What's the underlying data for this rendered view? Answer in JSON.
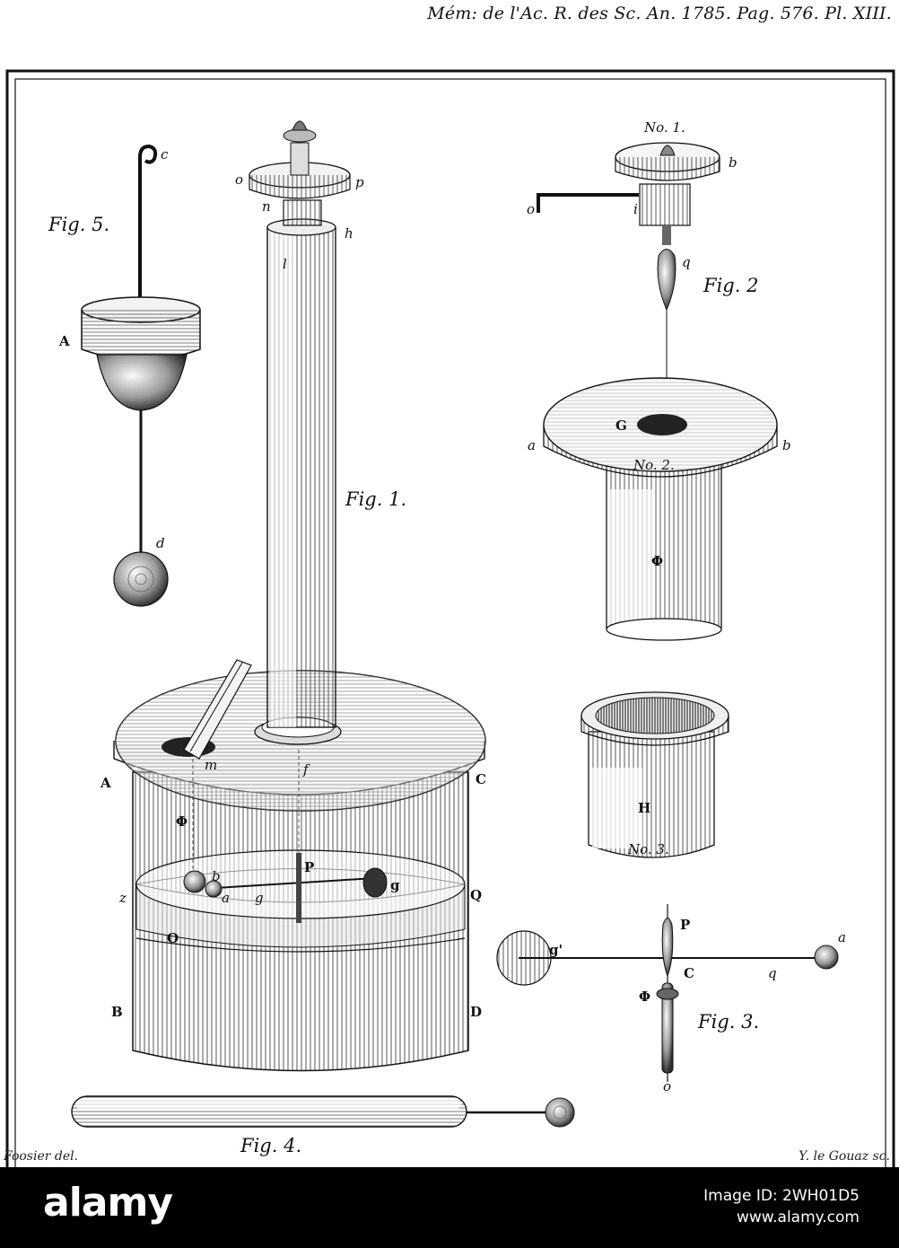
{
  "header": "Mém: de l'Ac. R. des Sc. An. 1785. Pag. 576. Pl. XIII.",
  "credits": {
    "left": "Foosier del.",
    "right": "Y. le Gouaz sc."
  },
  "footer": {
    "brand": "alamy",
    "image_id": "Image ID: 2WH01D5",
    "site": "www.alamy.com"
  },
  "figures": {
    "fig1": "Fig. 1.",
    "fig2": "Fig. 2",
    "fig3": "Fig. 3.",
    "fig4": "Fig. 4.",
    "fig5": "Fig. 5.",
    "no1": "No. 1.",
    "no2": "No. 2.",
    "no3": "No. 3."
  },
  "labels": {
    "fig5": {
      "c": "c",
      "A": "A",
      "d": "d"
    },
    "fig1": {
      "o": "o",
      "p": "p",
      "n": "n",
      "h": "h",
      "l": "l",
      "m": "m",
      "f": "f",
      "A": "A",
      "C": "C",
      "phi": "Φ",
      "b": "b",
      "a": "a",
      "g": "g",
      "P": "P",
      "g2": "g",
      "z": "z",
      "Q": "Q",
      "O": "O",
      "B": "B",
      "D": "D"
    },
    "fig2": {
      "o": "o",
      "i": "i",
      "b_top": "b",
      "q": "q",
      "G": "G",
      "a": "a",
      "b": "b",
      "phi": "Φ"
    },
    "no3": {
      "H": "H"
    },
    "fig3": {
      "P": "P",
      "g": "g'",
      "a": "a",
      "C": "C",
      "q": "q",
      "phi": "Φ",
      "o": "o"
    }
  },
  "colors": {
    "ink": "#111111",
    "paper": "#ffffff",
    "shade": "#9a9a9a"
  }
}
